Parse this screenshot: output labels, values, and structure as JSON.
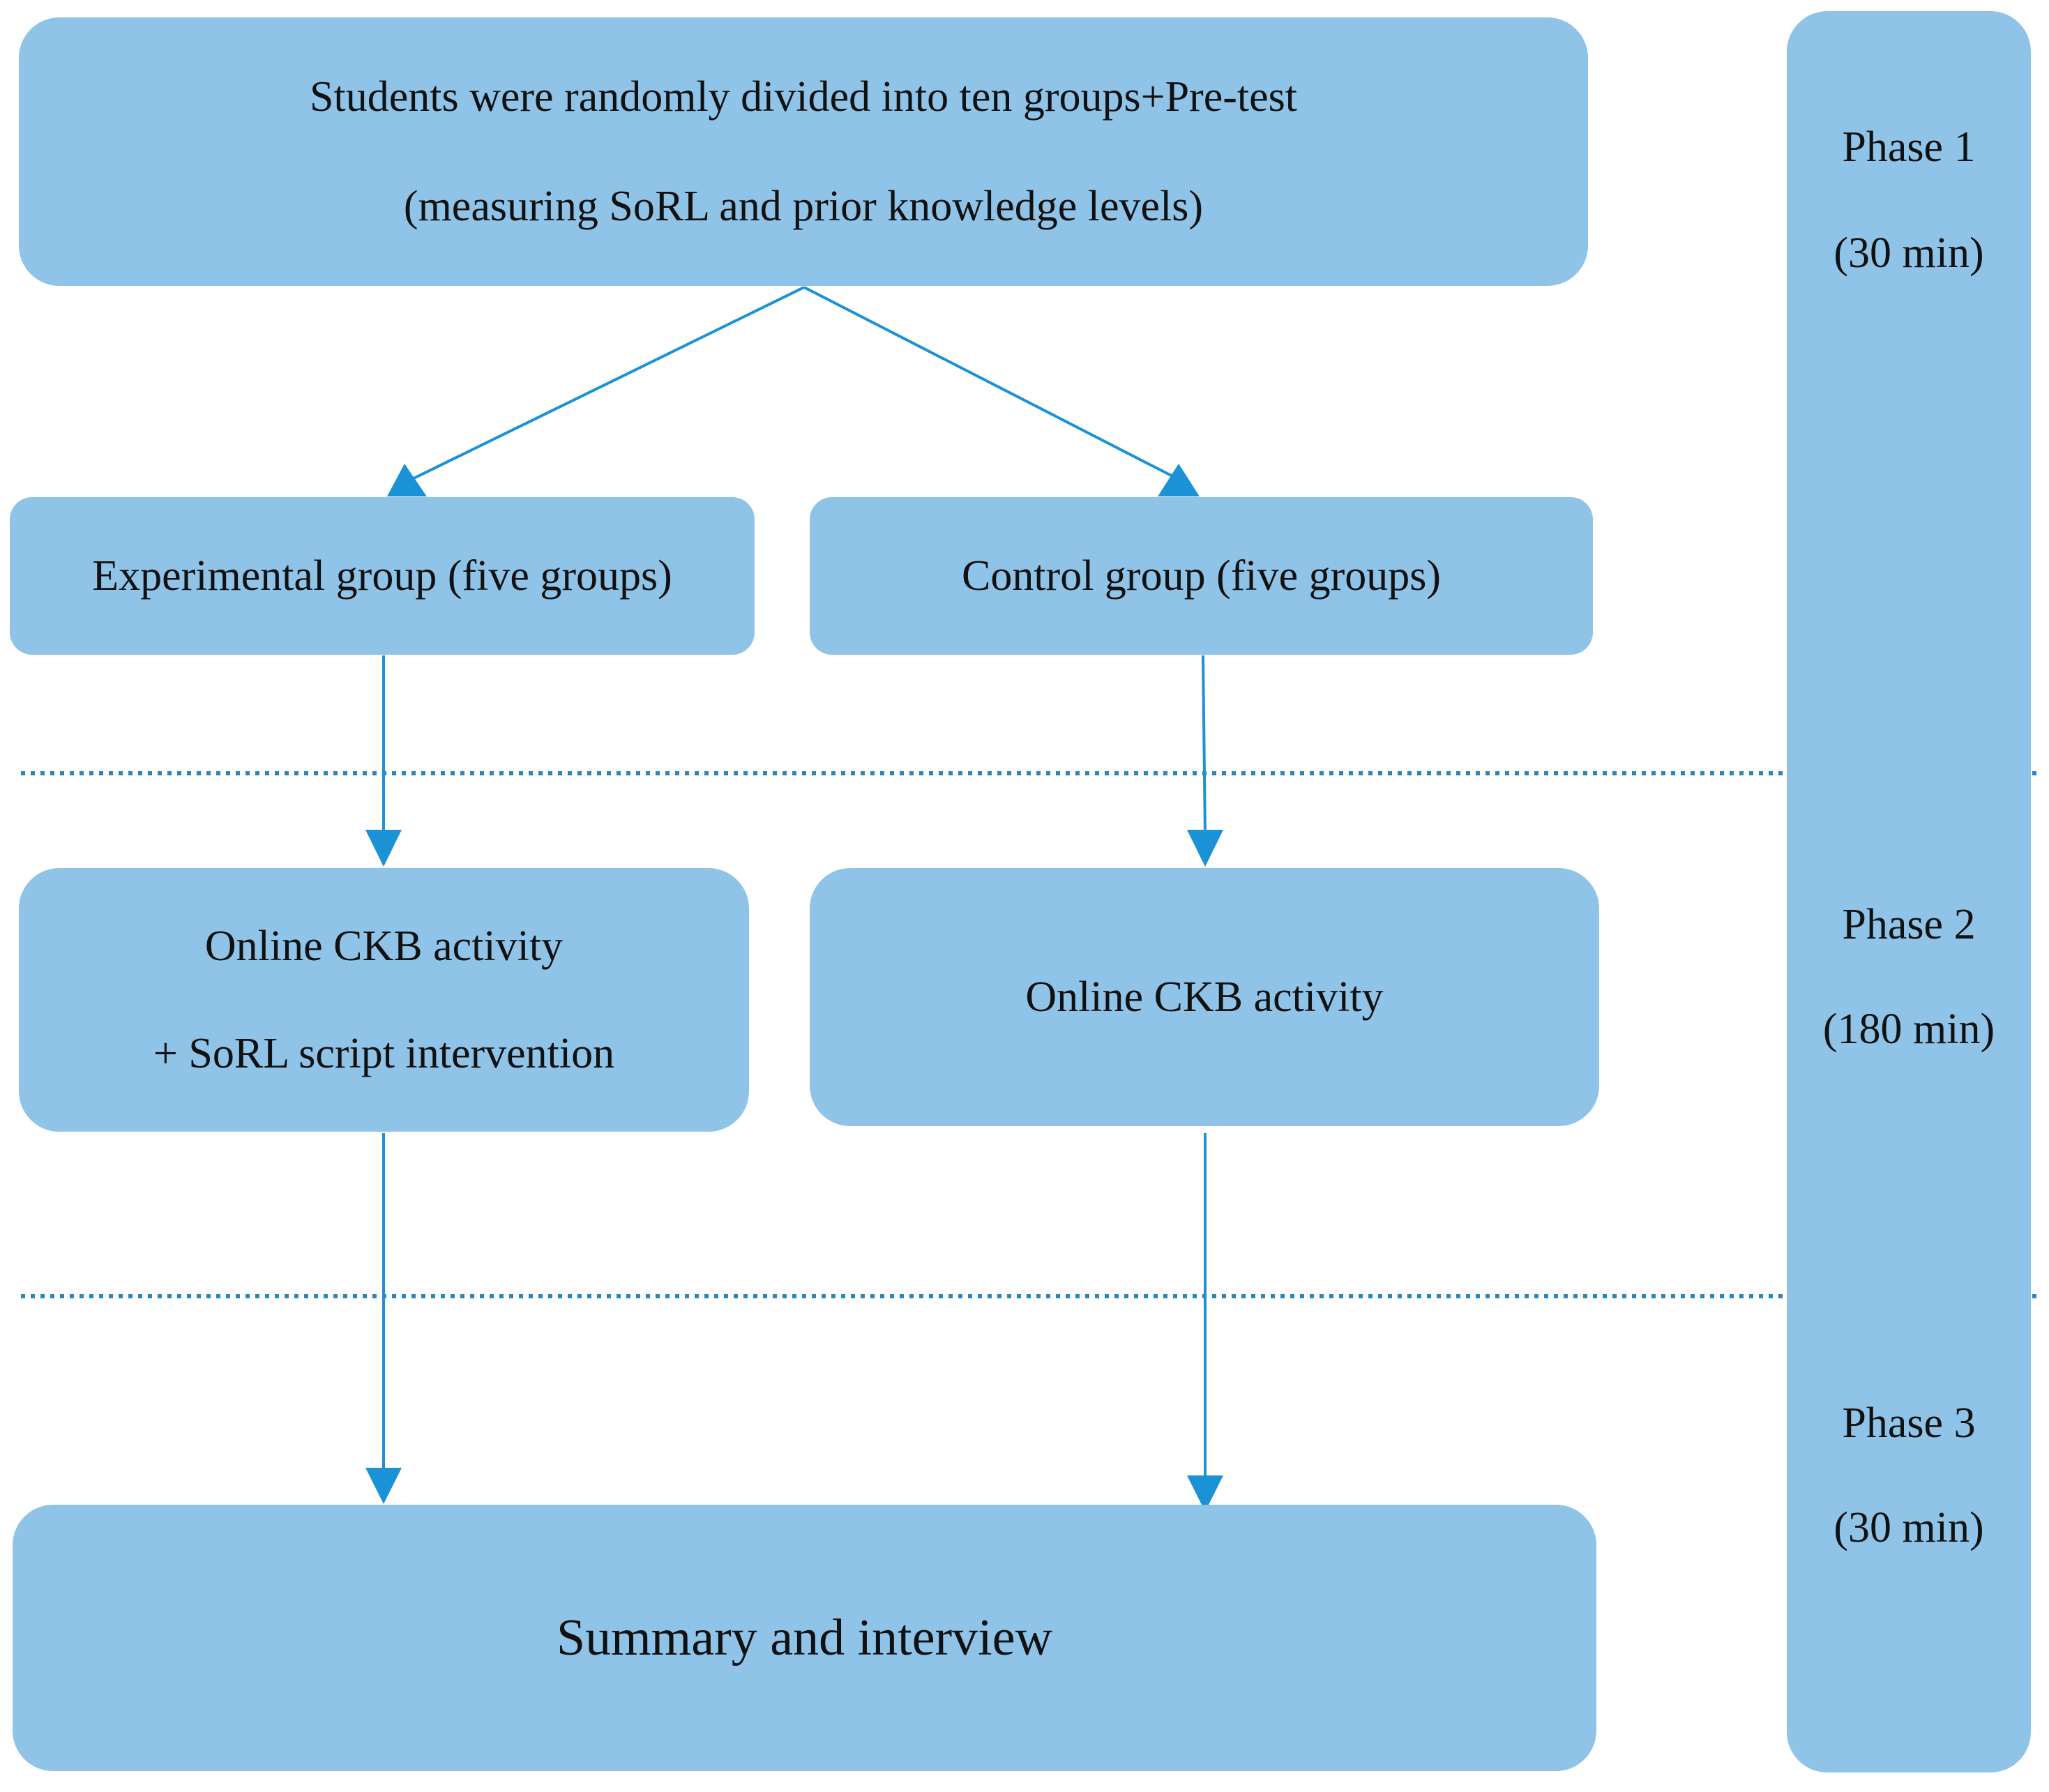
{
  "colors": {
    "box_fill": "#8fc4e8",
    "arrow": "#1c92d6",
    "divider": "#2a86bf",
    "text": "#111111"
  },
  "boxes": {
    "pretest": {
      "line1": "Students were randomly divided into ten groups+Pre-test",
      "line2": "(measuring SoRL and prior knowledge levels)"
    },
    "experimental_group": {
      "label": "Experimental group (five groups)"
    },
    "control_group": {
      "label": "Control group (five groups)"
    },
    "experimental_activity": {
      "line1": "Online CKB activity",
      "line2": "+ SoRL script intervention"
    },
    "control_activity": {
      "label": "Online CKB activity"
    },
    "summary": {
      "label": "Summary and interview"
    }
  },
  "phases": [
    {
      "name": "Phase 1",
      "duration": "(30 min)"
    },
    {
      "name": "Phase 2",
      "duration": "(180 min)"
    },
    {
      "name": "Phase 3",
      "duration": "(30 min)"
    }
  ]
}
